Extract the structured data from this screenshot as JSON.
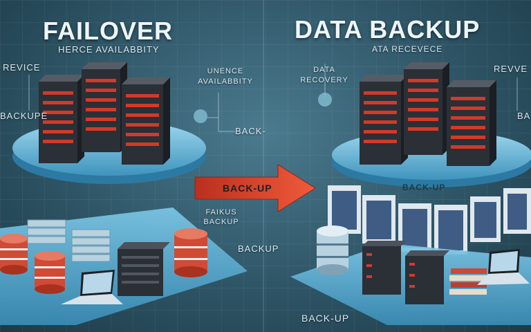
{
  "titles": {
    "left": "FAILOVER",
    "right": "DATA BACKUP"
  },
  "left_labels": {
    "subtitle": "HERCE AVAILABBITY",
    "service": "REVICE",
    "backup_side": "BACKUPE",
    "availability": "UNENCE AVAILABBITY",
    "back": "BACK-",
    "faikus": "FAIKUS BACKUP",
    "backup_bottom": "BACKUP"
  },
  "right_labels": {
    "subtitle": "ATA RECEVECE",
    "data_recovery": "DATA RECOVERY",
    "revve": "REVVE",
    "side_b": "BA",
    "platform": "BACK-UP",
    "bottom": "BACK-UP"
  },
  "arrow": {
    "label": "BACK-UP",
    "color": "#e0452e"
  },
  "colors": {
    "platform": "#5fb4d8",
    "server_body": "#2b2f36",
    "server_accent": "#d23a2a",
    "db_red": "#d04a35",
    "db_blue": "#b9d2e0"
  }
}
